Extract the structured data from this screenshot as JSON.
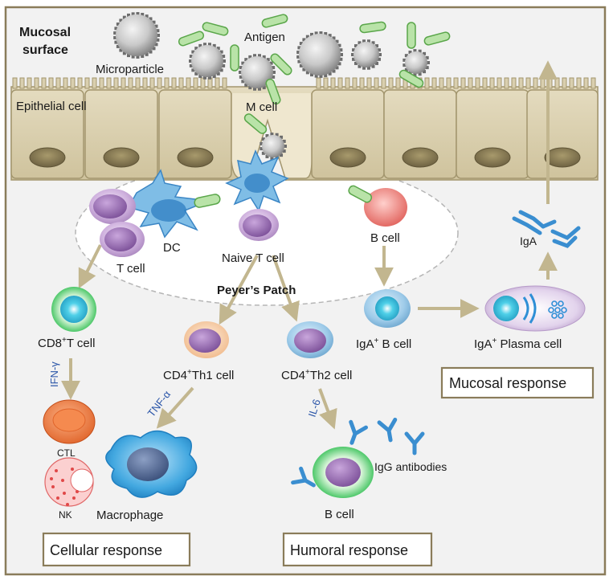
{
  "labels": {
    "mucosal_surface_1": "Mucosal",
    "mucosal_surface_2": "surface",
    "microparticle": "Microparticle",
    "antigen": "Antigen",
    "epithelial_cell": "Epithelial cell",
    "m_cell": "M cell",
    "dc": "DC",
    "t_cell": "T cell",
    "naive_t_cell": "Naive T cell",
    "peyers_patch": "Peyer’s Patch",
    "b_cell_top": "B cell",
    "iga": "IgA",
    "cd8_t_cell_pre": "CD8",
    "cd8_t_cell_sup": "+",
    "cd8_t_cell_post": "T cell",
    "cd4_th1_pre": "CD4",
    "cd4_th1_sup": "+",
    "cd4_th1_post": "Th1 cell",
    "cd4_th2_pre": "CD4",
    "cd4_th2_sup": "+",
    "cd4_th2_post": "Th2 cell",
    "iga_b_cell_pre": "IgA",
    "iga_b_cell_sup": "+",
    "iga_b_cell_post": " B cell",
    "iga_plasma_pre": "IgA",
    "iga_plasma_sup": "+",
    "iga_plasma_post": " Plasma cell",
    "ifn_gamma": "IFN-γ",
    "tnf_alpha": "TNF-α",
    "il6": "IL-6",
    "ctl": "CTL",
    "nk": "NK",
    "macrophage": "Macrophage",
    "igg_antibodies": "IgG antibodies",
    "b_cell_bottom": "B cell"
  },
  "responses": {
    "mucosal": "Mucosal response",
    "cellular": "Cellular response",
    "humoral": "Humoral response"
  },
  "colors": {
    "epithelium": "#d9cfaf",
    "epithelium_stroke": "#a3966e",
    "arrow": "#c2b68f",
    "background": "#f2f2f2",
    "frame": "#8a7c5a",
    "antigen_fill": "#b9e3a8",
    "antigen_stroke": "#5aa64a",
    "dc_blue": "#4a9ad6",
    "label_blue": "#2a55a8"
  }
}
